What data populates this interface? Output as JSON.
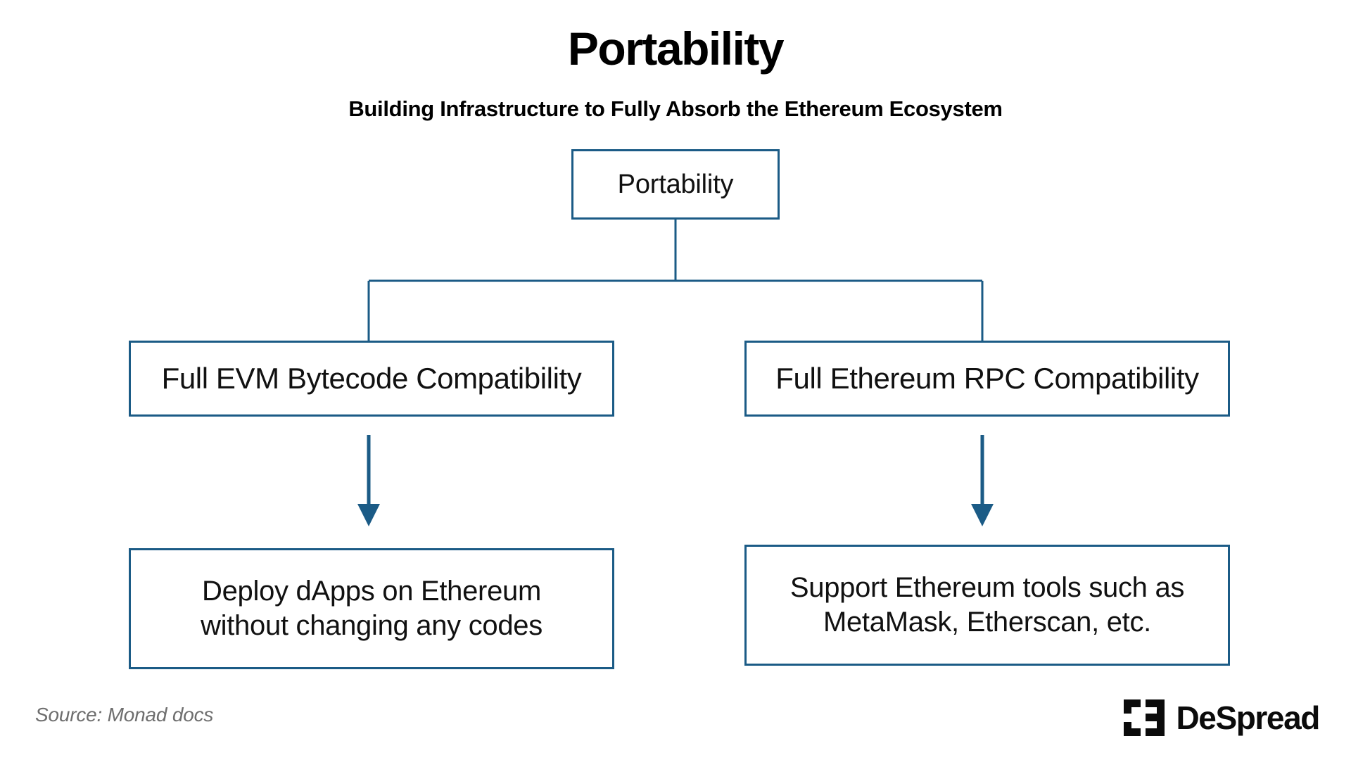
{
  "header": {
    "title": "Portability",
    "subtitle": "Building Infrastructure to Fully Absorb the Ethereum Ecosystem"
  },
  "diagram": {
    "type": "flowchart",
    "accent_color": "#1b5b86",
    "background_color": "#ffffff",
    "text_color": "#111111",
    "nodes": [
      {
        "id": "root",
        "label": "Portability"
      },
      {
        "id": "evm",
        "label": "Full EVM Bytecode Compatibility"
      },
      {
        "id": "rpc",
        "label": "Full Ethereum RPC Compatibility"
      },
      {
        "id": "deploy",
        "label": "Deploy dApps on Ethereum\nwithout changing any codes"
      },
      {
        "id": "tools",
        "label": "Support Ethereum tools such as\nMetaMask, Etherscan, etc."
      }
    ],
    "edges": [
      {
        "from": "root",
        "to": "evm",
        "style": "elbow",
        "arrow": false
      },
      {
        "from": "root",
        "to": "rpc",
        "style": "elbow",
        "arrow": false
      },
      {
        "from": "evm",
        "to": "deploy",
        "style": "straight",
        "arrow": true
      },
      {
        "from": "rpc",
        "to": "tools",
        "style": "straight",
        "arrow": true
      }
    ]
  },
  "footer": {
    "source": "Source: Monad docs",
    "brand_name": "DeSpread",
    "brand_mark": "despread-logo-mark"
  }
}
